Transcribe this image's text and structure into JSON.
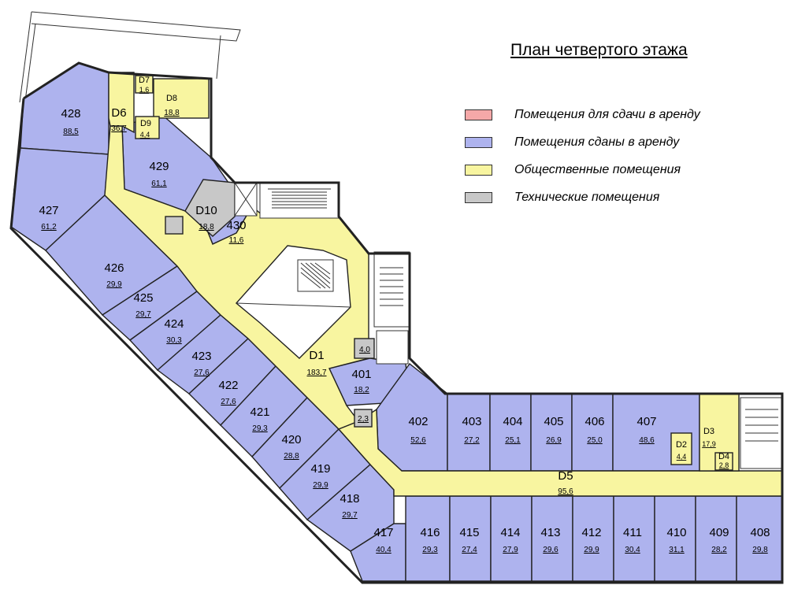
{
  "title": "План четвертого этажа",
  "legend": [
    {
      "label": "Помещения для сдачи в аренду",
      "color": "#f5a8a8"
    },
    {
      "label": "Помещения сданы в аренду",
      "color": "#aeb3ee"
    },
    {
      "label": "Общественные помещения",
      "color": "#f8f5a0"
    },
    {
      "label": "Технические помещения",
      "color": "#c8c8c8"
    }
  ],
  "colors": {
    "leased": "#aeb3ee",
    "public": "#f8f5a0",
    "technical": "#c8c8c8"
  },
  "rooms": [
    {
      "id": "428",
      "area": "88,5",
      "kind": "leased"
    },
    {
      "id": "427",
      "area": "61,2",
      "kind": "leased"
    },
    {
      "id": "426",
      "area": "29,9",
      "kind": "leased"
    },
    {
      "id": "425",
      "area": "29,7",
      "kind": "leased"
    },
    {
      "id": "424",
      "area": "30,3",
      "kind": "leased"
    },
    {
      "id": "423",
      "area": "27,6",
      "kind": "leased"
    },
    {
      "id": "422",
      "area": "27,6",
      "kind": "leased"
    },
    {
      "id": "421",
      "area": "29,3",
      "kind": "leased"
    },
    {
      "id": "420",
      "area": "28,8",
      "kind": "leased"
    },
    {
      "id": "419",
      "area": "29,9",
      "kind": "leased"
    },
    {
      "id": "418",
      "area": "29,7",
      "kind": "leased"
    },
    {
      "id": "429",
      "area": "61,1",
      "kind": "leased"
    },
    {
      "id": "430",
      "area": "11,6",
      "kind": "leased"
    },
    {
      "id": "401",
      "area": "18,2",
      "kind": "leased"
    },
    {
      "id": "402",
      "area": "52,6",
      "kind": "leased"
    },
    {
      "id": "403",
      "area": "27,2",
      "kind": "leased"
    },
    {
      "id": "404",
      "area": "25,1",
      "kind": "leased"
    },
    {
      "id": "405",
      "area": "26,9",
      "kind": "leased"
    },
    {
      "id": "406",
      "area": "25,0",
      "kind": "leased"
    },
    {
      "id": "407",
      "area": "48,6",
      "kind": "leased"
    },
    {
      "id": "417",
      "area": "40,4",
      "kind": "leased"
    },
    {
      "id": "416",
      "area": "29,3",
      "kind": "leased"
    },
    {
      "id": "415",
      "area": "27,4",
      "kind": "leased"
    },
    {
      "id": "414",
      "area": "27,9",
      "kind": "leased"
    },
    {
      "id": "413",
      "area": "29,6",
      "kind": "leased"
    },
    {
      "id": "412",
      "area": "29,9",
      "kind": "leased"
    },
    {
      "id": "411",
      "area": "30,4",
      "kind": "leased"
    },
    {
      "id": "410",
      "area": "31,1",
      "kind": "leased"
    },
    {
      "id": "409",
      "area": "28,2",
      "kind": "leased"
    },
    {
      "id": "408",
      "area": "29,8",
      "kind": "leased"
    },
    {
      "id": "D1",
      "area": "183,7",
      "kind": "public"
    },
    {
      "id": "D5",
      "area": "95,6",
      "kind": "public"
    },
    {
      "id": "D6",
      "area": "36,7",
      "kind": "public"
    },
    {
      "id": "D8",
      "area": "18,8",
      "kind": "public"
    },
    {
      "id": "D9",
      "area": "4,4",
      "kind": "public"
    },
    {
      "id": "D7",
      "area": "1,6",
      "kind": "public"
    },
    {
      "id": "D3",
      "area": "17,9",
      "kind": "public"
    },
    {
      "id": "D2",
      "area": "4,4",
      "kind": "public"
    },
    {
      "id": "D4",
      "area": "2,8",
      "kind": "public"
    },
    {
      "id": "D10",
      "area": "18,8",
      "kind": "technical"
    },
    {
      "id": "",
      "area": "4,0",
      "kind": "technical"
    },
    {
      "id": "",
      "area": "2,3",
      "kind": "technical"
    }
  ]
}
